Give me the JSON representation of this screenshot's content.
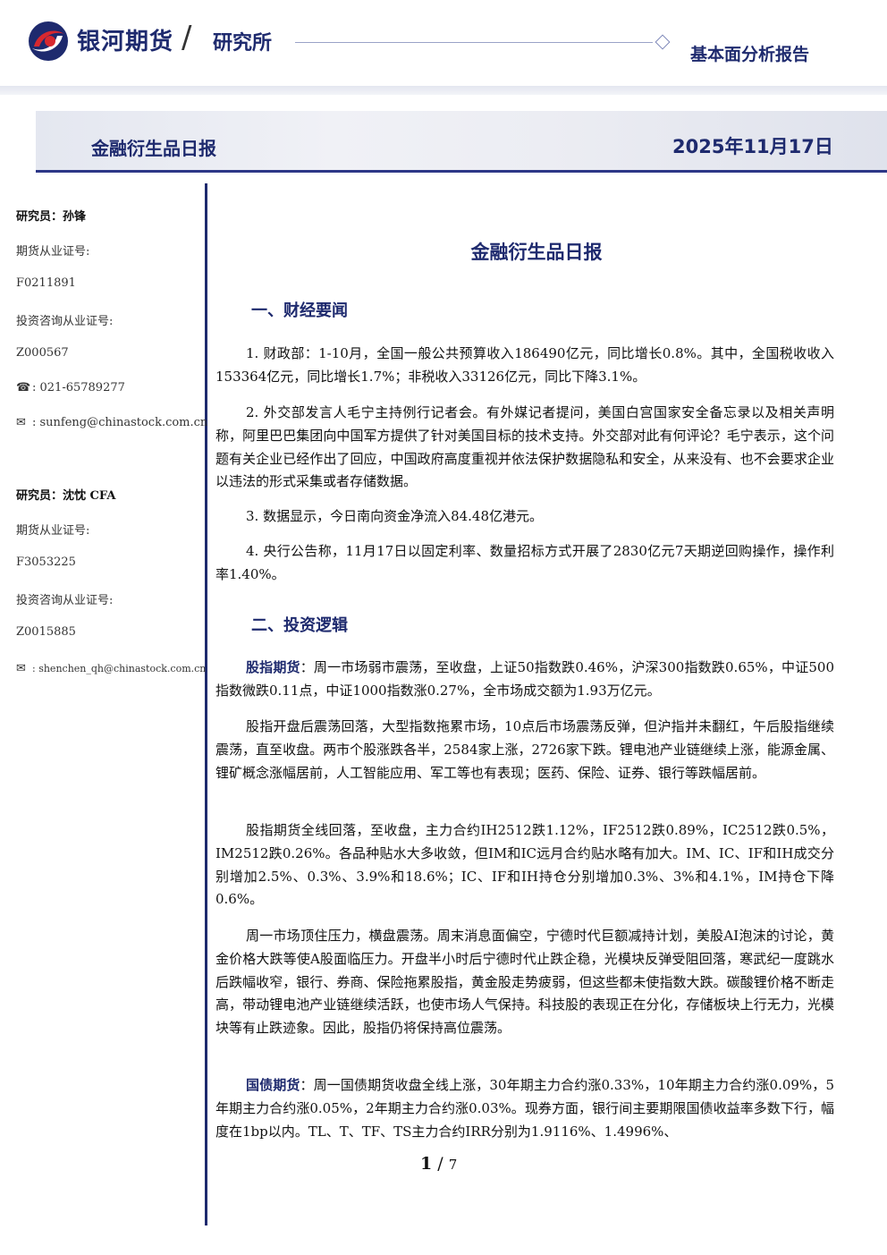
{
  "header": {
    "brand": "银河期货",
    "separator": "/",
    "department": "研究所",
    "report_type": "基本面分析报告"
  },
  "banner": {
    "title": "金融衍生品日报",
    "date": "2025年11月17日"
  },
  "sidebar": {
    "researcher1": {
      "name": "研究员：孙锋",
      "futures_cert_label": "期货从业证号:",
      "futures_cert": "F0211891",
      "invest_cert_label": "投资咨询从业证号:",
      "invest_cert": "Z000567",
      "phone": "021-65789277",
      "email": "sunfeng@chinastock.com.cn"
    },
    "researcher2": {
      "name": "研究员：沈忱 CFA",
      "futures_cert_label": "期货从业证号:",
      "futures_cert": "F3053225",
      "invest_cert_label": "投资咨询从业证号:",
      "invest_cert": "Z0015885",
      "email": "shenchen_qh@chinastock.com.cn"
    }
  },
  "main": {
    "title": "金融衍生品日报",
    "section1": {
      "heading": "一、财经要闻",
      "items": [
        "1. 财政部：1-10月，全国一般公共预算收入186490亿元，同比增长0.8%。其中，全国税收收入153364亿元，同比增长1.7%；非税收入33126亿元，同比下降3.1%。",
        "2. 外交部发言人毛宁主持例行记者会。有外媒记者提问，美国白宫国家安全备忘录以及相关声明称，阿里巴巴集团向中国军方提供了针对美国目标的技术支持。外交部对此有何评论？毛宁表示，这个问题有关企业已经作出了回应，中国政府高度重视并依法保护数据隐私和安全，从来没有、也不会要求企业以违法的形式采集或者存储数据。",
        "3. 数据显示，今日南向资金净流入84.48亿港元。",
        "4. 央行公告称，11月17日以固定利率、数量招标方式开展了2830亿元7天期逆回购操作，操作利率1.40%。"
      ]
    },
    "section2": {
      "heading": "二、投资逻辑",
      "p1_label": "股指期货",
      "p1_text": "：周一市场弱市震荡，至收盘，上证50指数跌0.46%，沪深300指数跌0.65%，中证500指数微跌0.11点，中证1000指数涨0.27%，全市场成交额为1.93万亿元。",
      "p2": "股指开盘后震荡回落，大型指数拖累市场，10点后市场震荡反弹，但沪指并未翻红，午后股指继续震荡，直至收盘。两市个股涨跌各半，2584家上涨，2726家下跌。锂电池产业链继续上涨，能源金属、锂矿概念涨幅居前，人工智能应用、军工等也有表现；医药、保险、证券、银行等跌幅居前。",
      "p3": "股指期货全线回落，至收盘，主力合约IH2512跌1.12%，IF2512跌0.89%，IC2512跌0.5%，IM2512跌0.26%。各品种贴水大多收敛，但IM和IC远月合约贴水略有加大。IM、IC、IF和IH成交分别增加2.5%、0.3%、3.9%和18.6%；IC、IF和IH持仓分别增加0.3%、3%和4.1%，IM持仓下降0.6%。",
      "p4": "周一市场顶住压力，横盘震荡。周末消息面偏空，宁德时代巨额减持计划，美股AI泡沫的讨论，黄金价格大跌等使A股面临压力。开盘半小时后宁德时代止跌企稳，光模块反弹受阻回落，寒武纪一度跳水后跌幅收窄，银行、券商、保险拖累股指，黄金股走势疲弱，但这些都未使指数大跌。碳酸锂价格不断走高，带动锂电池产业链继续活跃，也使市场人气保持。科技股的表现正在分化，存储板块上行无力，光模块等有止跌迹象。因此，股指仍将保持高位震荡。",
      "p5_label": "国债期货",
      "p5_text": "：周一国债期货收盘全线上涨，30年期主力合约涨0.33%，10年期主力合约涨0.09%，5年期主力合约涨0.05%，2年期主力合约涨0.03%。现券方面，银行间主要期限国债收益率多数下行，幅度在1bp以内。TL、T、TF、TS主力合约IRR分别为1.9116%、1.4996%、"
    }
  },
  "footer": {
    "page_current": "1",
    "page_sep": "/",
    "page_total": "7"
  },
  "colors": {
    "brand_navy": "#1e2a6e",
    "logo_red": "#d7282f"
  }
}
